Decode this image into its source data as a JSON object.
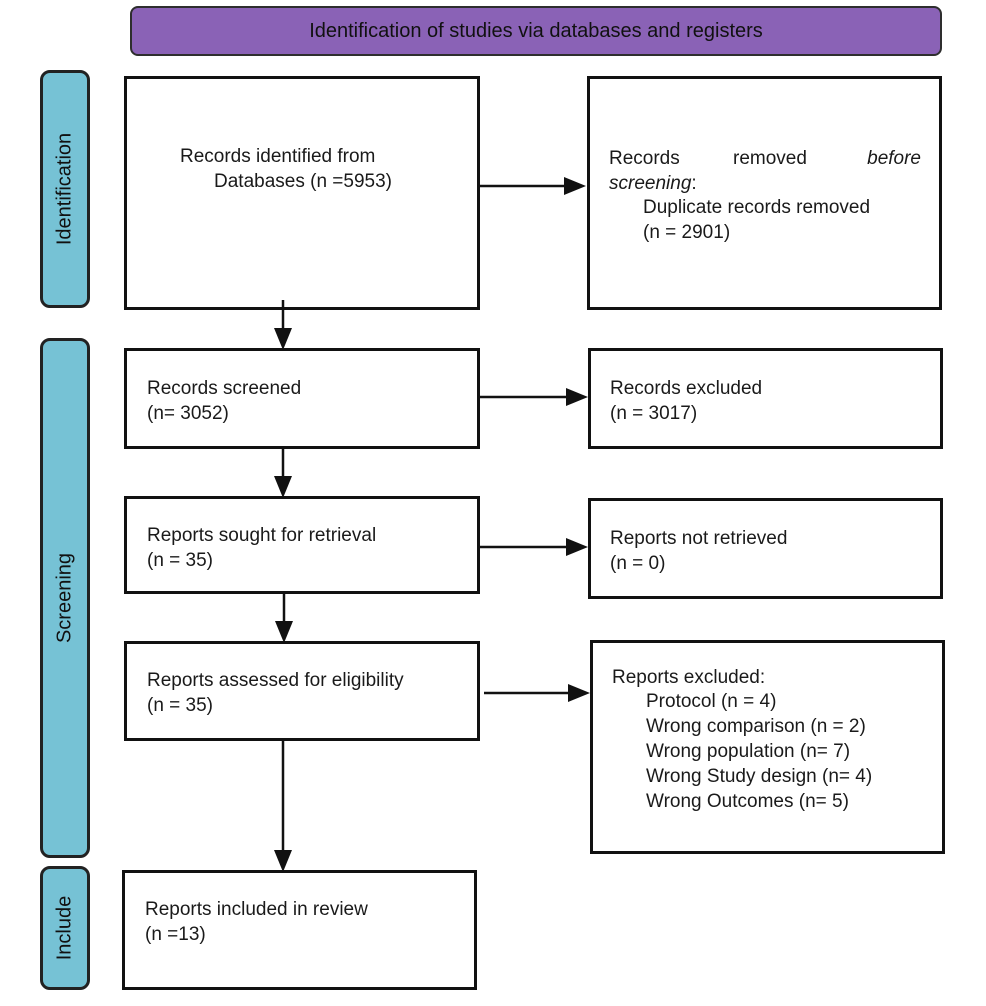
{
  "header": {
    "title": "Identification of studies via databases and registers",
    "color": "#8a62b6"
  },
  "phases": {
    "identification": "Identification",
    "screening": "Screening",
    "include": "Include",
    "color": "#76c2d5"
  },
  "boxes": {
    "identified": {
      "line1": "Records identified from",
      "line2": "Databases (n =5953)"
    },
    "removed": {
      "word_records": "Records",
      "word_removed": "removed",
      "word_before": "before",
      "word_screening": "screening",
      "colon": ":",
      "line2": "Duplicate records removed",
      "line3": "(n = 2901)"
    },
    "screened": {
      "line1": "Records screened",
      "line2": "(n= 3052)"
    },
    "excluded": {
      "line1": "Records excluded",
      "line2": "(n = 3017)"
    },
    "sought": {
      "line1": "Reports sought for retrieval",
      "line2": "(n = 35)"
    },
    "not_retrieved": {
      "line1": "Reports not retrieved",
      "line2": "(n = 0)"
    },
    "assessed": {
      "line1": "Reports assessed for eligibility",
      "line2": "(n = 35)"
    },
    "reports_excluded": {
      "title": "Reports excluded:",
      "reasons": [
        "Protocol (n = 4)",
        "Wrong comparison (n = 2)",
        "Wrong population (n= 7)",
        "Wrong Study design (n= 4)",
        "Wrong Outcomes (n= 5)"
      ]
    },
    "included": {
      "line1": "Reports included in review",
      "line2": "(n =13)"
    }
  }
}
